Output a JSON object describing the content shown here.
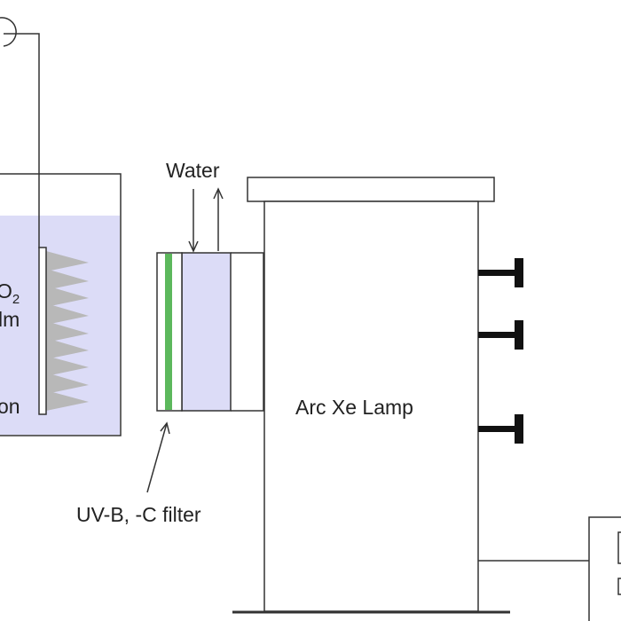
{
  "labels": {
    "water": "Water",
    "lamp": "Arc Xe Lamp",
    "filter": "UV-B, -C filter",
    "film_line1_tail": "O",
    "film_line1_sub": "2",
    "film_line2_tail": "lm",
    "solution_tail": "on"
  },
  "colors": {
    "solution": "#dcdcf7",
    "water_cell": "#dcdcf7",
    "filter_green": "#5cb85c",
    "tio2_nanotubes": "#b8b8b8",
    "line": "#333333",
    "knob": "#111111"
  }
}
